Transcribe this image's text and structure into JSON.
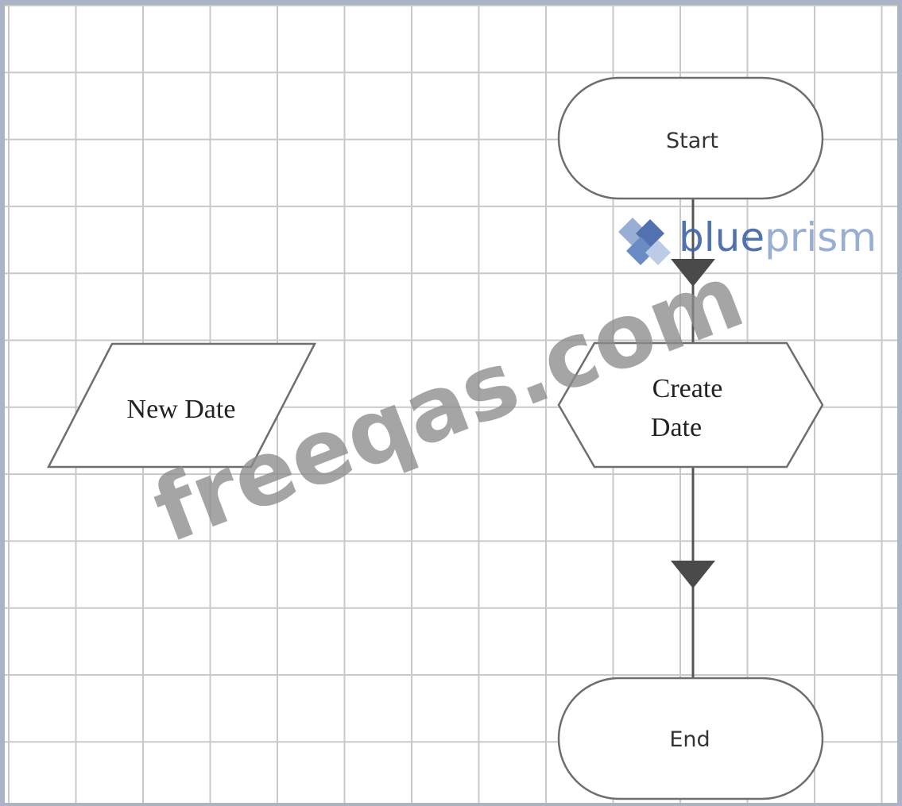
{
  "diagram": {
    "nodes": [
      {
        "id": "start",
        "shape": "terminator",
        "label": "Start"
      },
      {
        "id": "create-date",
        "shape": "hexagon",
        "label_lines": [
          "Create",
          "Date"
        ]
      },
      {
        "id": "end",
        "shape": "terminator",
        "label": "End"
      },
      {
        "id": "new-date",
        "shape": "parallelogram",
        "label": "New Date"
      }
    ],
    "edges": [
      {
        "from": "start",
        "to": "create-date"
      },
      {
        "from": "create-date",
        "to": "end"
      }
    ]
  },
  "watermarks": {
    "logo_part1": "blue",
    "logo_part2": "prism",
    "site": "freeqas.com"
  },
  "colors": {
    "grid": "#c9c9c9",
    "node_stroke": "#6e6e6e",
    "connector": "#555555",
    "arrow": "#4a4a4a",
    "logo_blue": "#3f63a6",
    "watermark_gray": "#8c8c8c"
  }
}
